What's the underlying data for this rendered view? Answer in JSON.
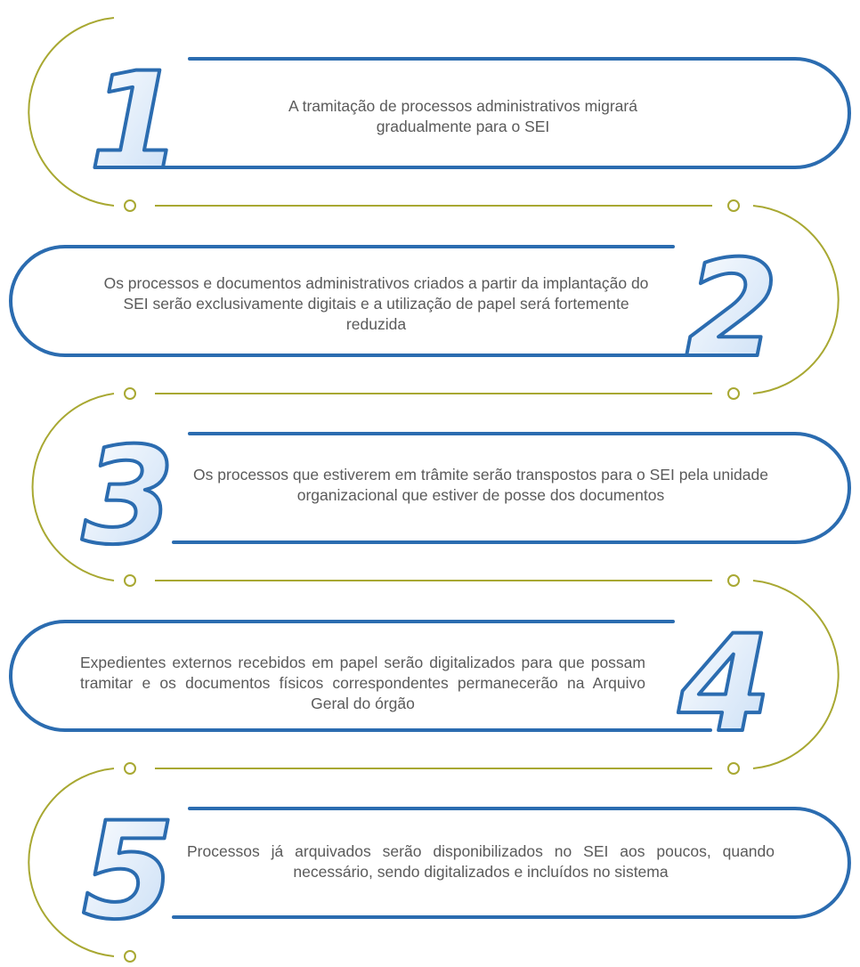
{
  "colors": {
    "blue": "#2b6cb0",
    "olive": "#a8a832",
    "text": "#5a5a5a",
    "numeral_fill": "#dce9f8"
  },
  "steps": [
    {
      "number": "1",
      "text": "A tramitação de processos administrativos migrará gradualmente para o SEI"
    },
    {
      "number": "2",
      "text": "Os processos e documentos administrativos criados a partir da implantação do SEI serão exclusivamente digitais e a utilização de papel será fortemente reduzida"
    },
    {
      "number": "3",
      "text": "Os processos que estiverem em trâmite serão transpostos para o SEI pela unidade organizacional que estiver de posse dos documentos"
    },
    {
      "number": "4",
      "text": "Expedientes externos recebidos em papel serão digitalizados para que possam tramitar e os documentos físicos correspondentes permanecerão na Arquivo Geral do órgão"
    },
    {
      "number": "5",
      "text": "Processos já arquivados serão disponibilizados no SEI aos poucos, quando necessário, sendo digitalizados e incluídos no sistema"
    }
  ]
}
